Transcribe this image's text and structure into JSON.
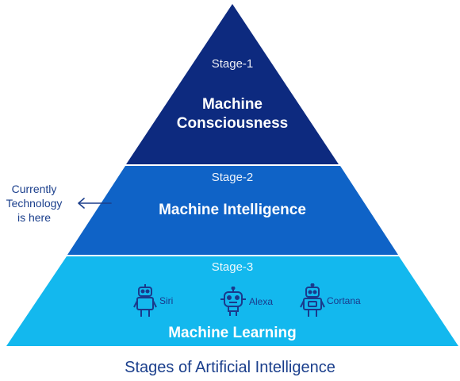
{
  "stages": [
    {
      "label": "Stage-1",
      "title_line1": "Machine",
      "title_line2": "Consciousness",
      "color": "#0d2a7f"
    },
    {
      "label": "Stage-2",
      "title": "Machine Intelligence",
      "color": "#0f63c7"
    },
    {
      "label": "Stage-3",
      "title": "Machine Learning",
      "color": "#13b8ee"
    }
  ],
  "side_note": {
    "line1": "Currently",
    "line2": "Technology",
    "line3": "is here"
  },
  "assistants": [
    {
      "name": "Siri",
      "icon": "robot-icon"
    },
    {
      "name": "Alexa",
      "icon": "robot-icon"
    },
    {
      "name": "Cortana",
      "icon": "robot-icon"
    }
  ],
  "caption": "Stages of Artificial Intelligence",
  "colors": {
    "text_dark": "#1b3f8c",
    "icon": "#1a3a8c"
  }
}
